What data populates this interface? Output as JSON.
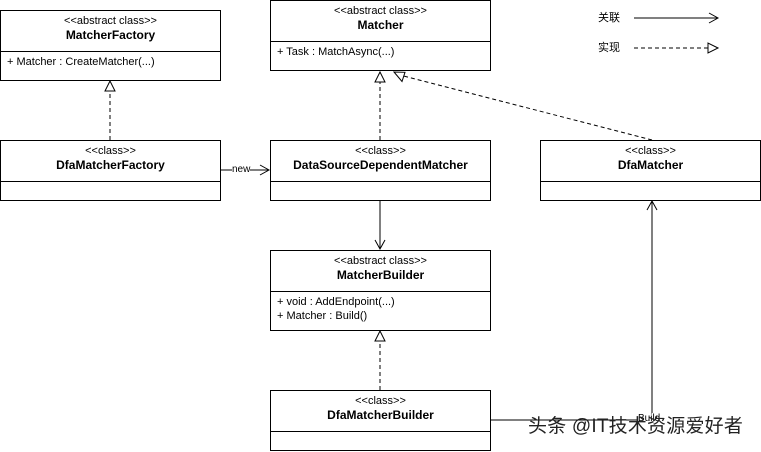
{
  "classes": {
    "matcher_factory": {
      "stereotype": "<<abstract class>>",
      "name": "MatcherFactory",
      "members": [
        "+ Matcher : CreateMatcher(...)"
      ]
    },
    "matcher": {
      "stereotype": "<<abstract class>>",
      "name": "Matcher",
      "members": [
        "+ Task : MatchAsync(...)"
      ]
    },
    "dfa_matcher_factory": {
      "stereotype": "<<class>>",
      "name": "DfaMatcherFactory",
      "members": []
    },
    "data_source_dependent_matcher": {
      "stereotype": "<<class>>",
      "name": "DataSourceDependentMatcher",
      "members": []
    },
    "dfa_matcher": {
      "stereotype": "<<class>>",
      "name": "DfaMatcher",
      "members": []
    },
    "matcher_builder": {
      "stereotype": "<<abstract class>>",
      "name": "MatcherBuilder",
      "members": [
        "+ void : AddEndpoint(...)",
        "+ Matcher : Build()"
      ]
    },
    "dfa_matcher_builder": {
      "stereotype": "<<class>>",
      "name": "DfaMatcherBuilder",
      "members": []
    }
  },
  "edge_labels": {
    "new": "new",
    "build": "Build"
  },
  "legend": {
    "association": "关联",
    "realization": "实现"
  },
  "watermark": "头条 @IT技术资源爱好者"
}
